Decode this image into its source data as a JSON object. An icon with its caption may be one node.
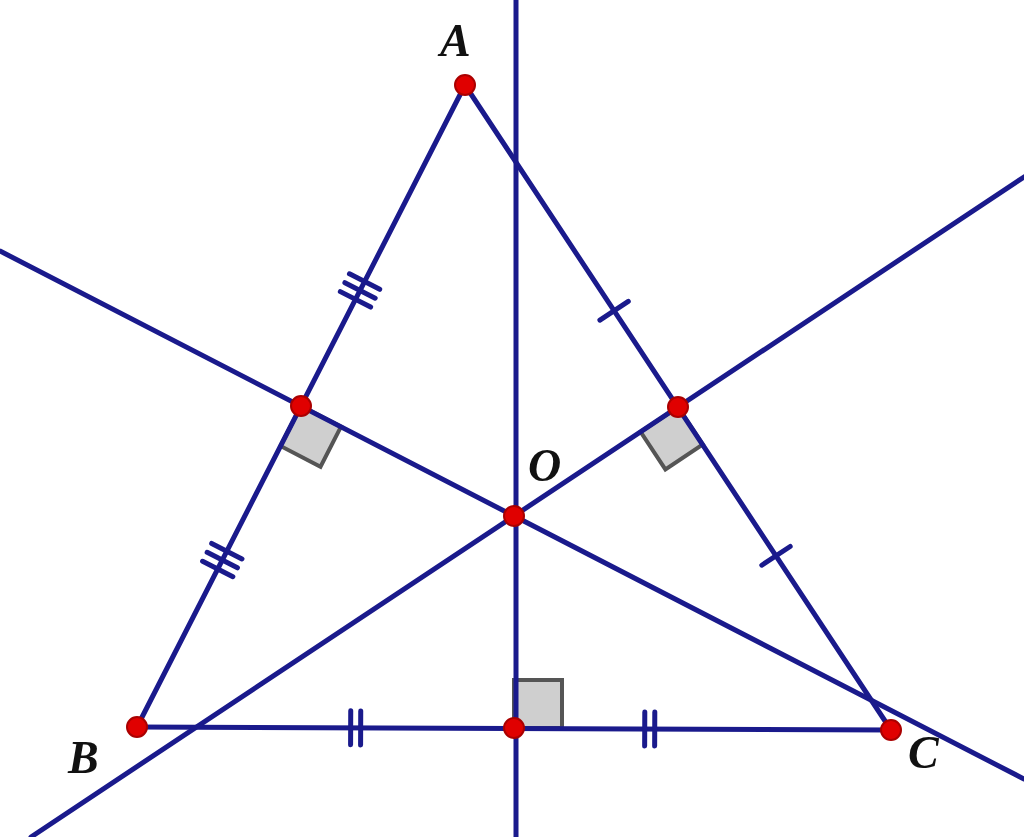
{
  "diagram": {
    "labels": [
      "A",
      "O",
      "B",
      "C"
    ]
  }
}
